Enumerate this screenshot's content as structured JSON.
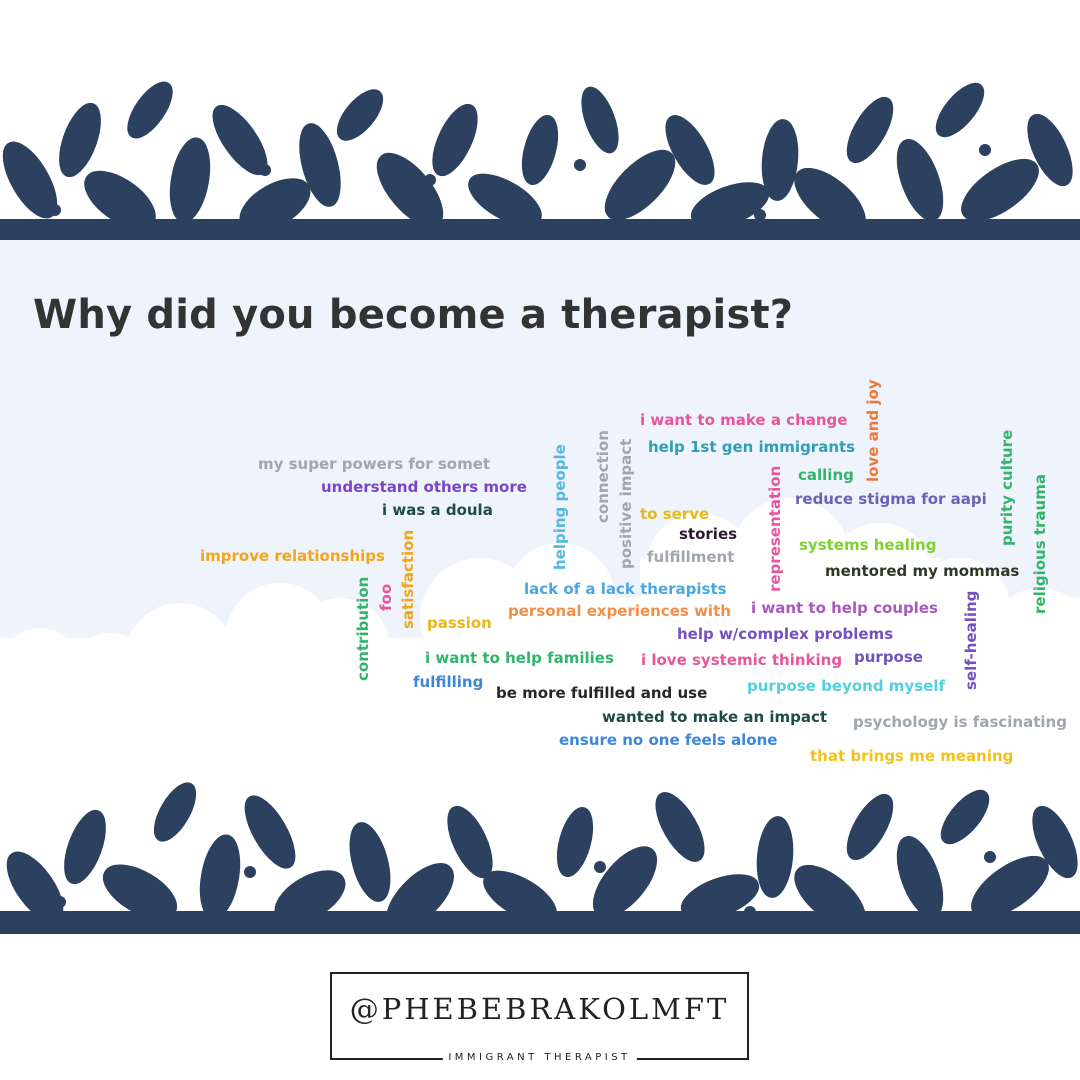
{
  "title": "Why did you become a therapist?",
  "colors": {
    "background": "#ffffff",
    "panel": "#eef3fc",
    "cloud": "#ffffff",
    "foliage": "#2c4160",
    "title": "#333333"
  },
  "words": [
    {
      "text": "i want to make a change",
      "color": "#e8559b"
    },
    {
      "text": "help 1st gen immigrants",
      "color": "#2e9fb5"
    },
    {
      "text": "my super powers for somet",
      "color": "#a0a6ad"
    },
    {
      "text": "understand others more",
      "color": "#7a45c8"
    },
    {
      "text": "i was a doula",
      "color": "#1e4a4a"
    },
    {
      "text": "calling",
      "color": "#33b46b"
    },
    {
      "text": "reduce stigma for aapi",
      "color": "#6b62b8"
    },
    {
      "text": "to serve",
      "color": "#e8b81a"
    },
    {
      "text": "stories",
      "color": "#2b1a2e"
    },
    {
      "text": "fulfillment",
      "color": "#a0a6ad"
    },
    {
      "text": "improve relationships",
      "color": "#f0a51a"
    },
    {
      "text": "systems healing",
      "color": "#7ed12f"
    },
    {
      "text": "mentored my mommas",
      "color": "#2f3a25"
    },
    {
      "text": "lack of a lack therapists",
      "color": "#4aa7e0"
    },
    {
      "text": "personal experiences with",
      "color": "#f2904a"
    },
    {
      "text": "i want to help couples",
      "color": "#a958c0"
    },
    {
      "text": "passion",
      "color": "#e8b81a"
    },
    {
      "text": "help w/complex problems",
      "color": "#7551c0"
    },
    {
      "text": "i want to help families",
      "color": "#33b46b"
    },
    {
      "text": "i love systemic thinking",
      "color": "#e8559b"
    },
    {
      "text": "purpose",
      "color": "#7551c0"
    },
    {
      "text": "fulfilling",
      "color": "#3f86d8"
    },
    {
      "text": "be more fulfilled and use",
      "color": "#27272a"
    },
    {
      "text": "purpose beyond myself",
      "color": "#52cfe0"
    },
    {
      "text": "wanted to make an impact",
      "color": "#1e4a4a"
    },
    {
      "text": "psychology is fascinating",
      "color": "#a0a6ad"
    },
    {
      "text": "ensure no one feels alone",
      "color": "#3f86d8"
    },
    {
      "text": "that brings me meaning",
      "color": "#f2c21a"
    },
    {
      "text": "love and joy",
      "color": "#f2763a"
    },
    {
      "text": "purity culture",
      "color": "#33b46b"
    },
    {
      "text": "religious trauma",
      "color": "#33b46b"
    },
    {
      "text": "helping people",
      "color": "#52b8e0"
    },
    {
      "text": "connection",
      "color": "#a0a6ad"
    },
    {
      "text": "positive impact",
      "color": "#a0a6ad"
    },
    {
      "text": "representation",
      "color": "#e8559b"
    },
    {
      "text": "contribution",
      "color": "#33b46b"
    },
    {
      "text": "foo",
      "color": "#e8559b"
    },
    {
      "text": "satisfaction",
      "color": "#f0a51a"
    },
    {
      "text": "self-healing",
      "color": "#7551c0"
    }
  ],
  "logo": {
    "handle": "@PHEBEBRAKOLMFT",
    "tagline": "IMMIGRANT THERAPIST"
  }
}
